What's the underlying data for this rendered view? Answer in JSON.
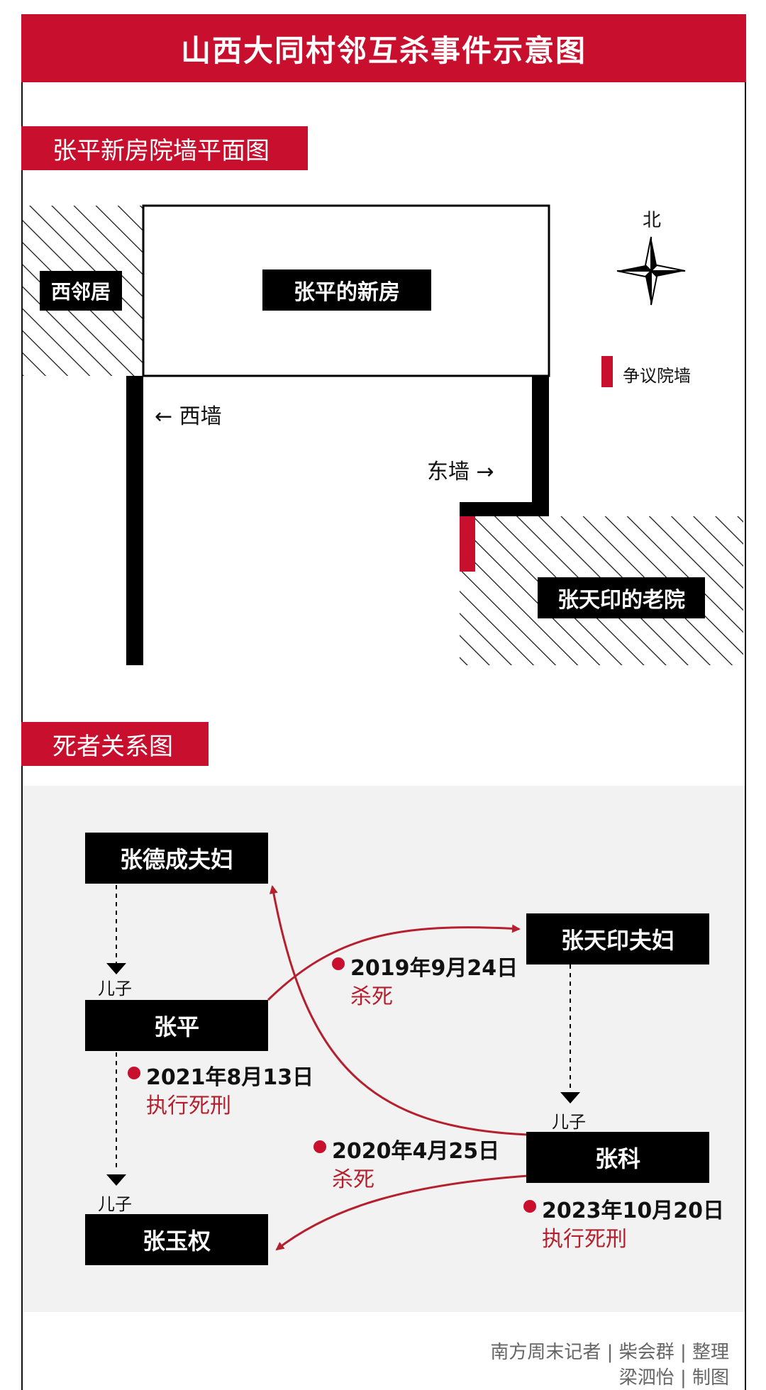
{
  "title": "山西大同村邻互杀事件示意图",
  "section1": {
    "heading": "张平新房院墙平面图",
    "west_neighbor": "西邻居",
    "new_house": "张平的新房",
    "west_wall": "← 西墙",
    "east_wall": "东墙 →",
    "old_yard": "张天印的老院",
    "north": "北",
    "legend": "争议院墙",
    "colors": {
      "accent": "#c8102e",
      "wall": "#000000"
    }
  },
  "section2": {
    "heading": "死者关系图",
    "nodes": {
      "zhang_decheng": "张德成夫妇",
      "zhang_tianyin": "张天印夫妇",
      "zhang_ping": "张平",
      "zhang_ke": "张科",
      "zhang_yuquan": "张玉权"
    },
    "son_label": "儿子",
    "events": [
      {
        "date": "2019年9月24日",
        "action": "杀死"
      },
      {
        "date": "2021年8月13日",
        "action": "执行死刑"
      },
      {
        "date": "2020年4月25日",
        "action": "杀死"
      },
      {
        "date": "2023年10月20日",
        "action": "执行死刑"
      }
    ]
  },
  "credits": {
    "line1": "南方周末记者 | 柴会群 | 整理",
    "line2": "梁泗怡 | 制图"
  }
}
